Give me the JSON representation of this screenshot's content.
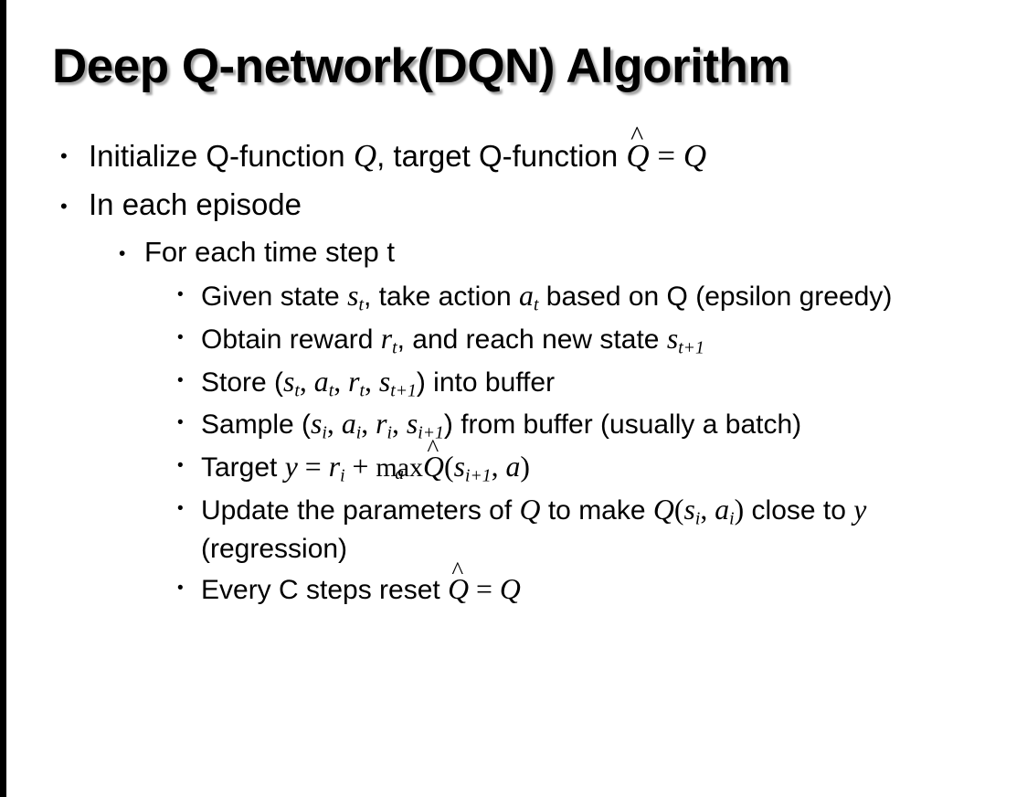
{
  "slide": {
    "title": "Deep Q-network(DQN) Algorithm",
    "background_color": "#ffffff",
    "text_color": "#000000",
    "edge_bar_color": "#000000",
    "bullet_glyph": "•"
  },
  "content": {
    "l1_initialize": {
      "pre": "Initialize Q-function ",
      "var_q": "Q",
      "mid": ", target Q-function ",
      "hat_mark": "^",
      "hat_base": "Q",
      "equals": " = ",
      "var_q2": "Q"
    },
    "l1_episode": "In each episode",
    "l2_timestep": "For each time step t",
    "l3_given": {
      "pre": "Given state ",
      "s": "s",
      "s_sub": "t",
      "mid": ", take action ",
      "a": "a",
      "a_sub": "t",
      "post": " based on Q (epsilon greedy)"
    },
    "l3_obtain": {
      "pre": "Obtain reward ",
      "r": "r",
      "r_sub": "t",
      "mid": ", and reach new state ",
      "s": "s",
      "s_sub": "t+1"
    },
    "l3_store": {
      "pre": "Store (",
      "s": "s",
      "s_sub": "t",
      "c1": ", ",
      "a": "a",
      "a_sub": "t",
      "c2": ", ",
      "r": "r",
      "r_sub": "t",
      "c3": ", ",
      "s2": "s",
      "s2_sub": "t+1",
      "post": ") into buffer"
    },
    "l3_sample": {
      "pre": "Sample (",
      "s": "s",
      "s_sub": "i",
      "c1": ", ",
      "a": "a",
      "a_sub": "i",
      "c2": ", ",
      "r": "r",
      "r_sub": "i",
      "c3": ", ",
      "s2": "s",
      "s2_sub": "i+1",
      "post": ") from buffer (usually a batch)"
    },
    "l3_target": {
      "pre": "Target ",
      "y": "y",
      "eq": " = ",
      "r": "r",
      "r_sub": "i",
      "plus": " + ",
      "max": "max",
      "max_limit": "a",
      "hat_mark": "^",
      "hat_base": "Q",
      "open": "(",
      "s": "s",
      "s_sub": "i+1",
      "comma": ", ",
      "a": "a",
      "close": ")"
    },
    "l3_update": {
      "pre": "Update the parameters of ",
      "q1": "Q",
      "mid": " to make ",
      "q2": "Q",
      "open": "(",
      "s": "s",
      "s_sub": "i",
      "comma": ", ",
      "a": "a",
      "a_sub": "i",
      "close": ")",
      "post": " close to ",
      "y": "y",
      "tail": " (regression)"
    },
    "l3_reset": {
      "pre": "Every C steps reset ",
      "hat_mark": "^",
      "hat_base": "Q",
      "eq": " = ",
      "q": "Q"
    }
  }
}
